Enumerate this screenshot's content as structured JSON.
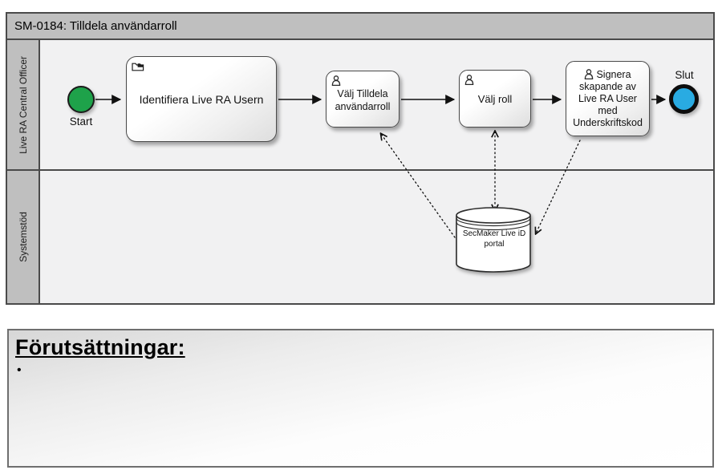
{
  "diagram": {
    "title": "SM-0184: Tilldela användarroll",
    "lanes": [
      "Live RA Central Officer",
      "Systemstöd"
    ],
    "start_label": "Start",
    "end_label": "Slut",
    "tasks": [
      {
        "name": "Identifiera Live RA Usern",
        "icon": "subprocess-folder-icon"
      },
      {
        "name": "Välj Tilldela användarroll",
        "icon": "user-icon"
      },
      {
        "name": "Välj roll",
        "icon": "user-icon"
      },
      {
        "name": "Signera skapande av Live RA User med Underskriftskod",
        "icon": "user-icon"
      }
    ],
    "datastore": "SecMaker Live iD portal",
    "flow": [
      {
        "from": "Start",
        "to": "Identifiera Live RA Usern",
        "type": "sequence"
      },
      {
        "from": "Identifiera Live RA Usern",
        "to": "Välj Tilldela användarroll",
        "type": "sequence"
      },
      {
        "from": "Välj Tilldela användarroll",
        "to": "Välj roll",
        "type": "sequence"
      },
      {
        "from": "Välj roll",
        "to": "Signera skapande av Live RA User med Underskriftskod",
        "type": "sequence"
      },
      {
        "from": "Signera skapande av Live RA User med Underskriftskod",
        "to": "Slut",
        "type": "sequence"
      },
      {
        "from": "SecMaker Live iD portal",
        "to": "Välj Tilldela användarroll",
        "type": "data-association"
      },
      {
        "from": "Välj roll",
        "to": "SecMaker Live iD portal",
        "type": "data-association-bidirectional"
      },
      {
        "from": "Signera skapande av Live RA User med Underskriftskod",
        "to": "SecMaker Live iD portal",
        "type": "data-association"
      }
    ]
  },
  "notes": {
    "title": "Förutsättningar:",
    "bullet": "•"
  },
  "colors": {
    "band_gray": "#bfbfbf",
    "lane_bg": "#f1f1f2",
    "border_dark": "#4a4a4a",
    "start_green": "#1ea24a",
    "end_blue": "#29abe2",
    "notes_border": "#6f6f6f"
  }
}
